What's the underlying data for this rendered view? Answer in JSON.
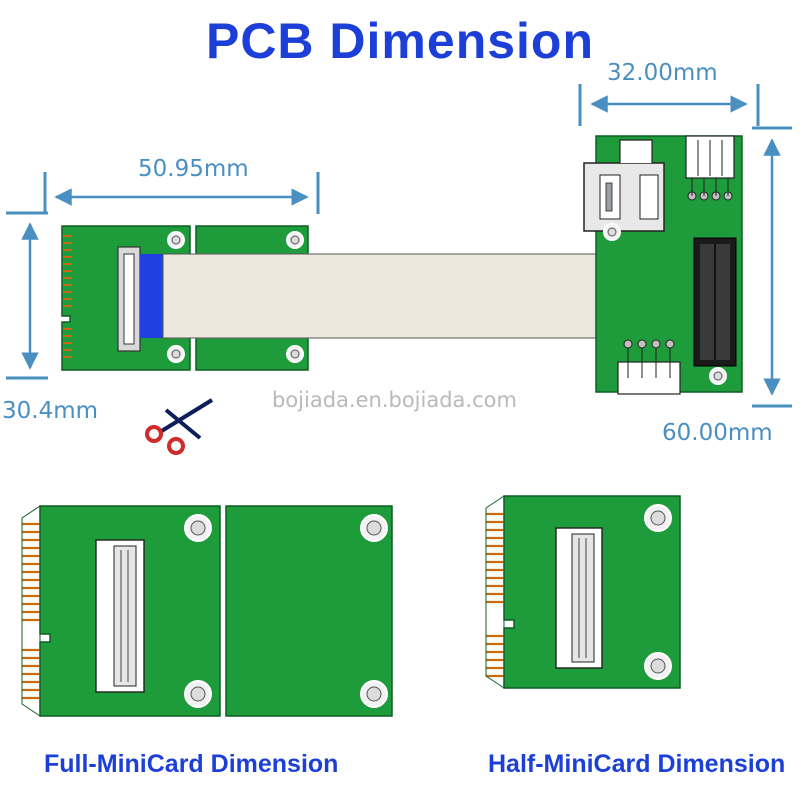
{
  "title": "PCB Dimension",
  "dimensions": {
    "width_top": "50.95mm",
    "height_left": "30.4mm",
    "width_right": "32.00mm",
    "height_right": "60.00mm"
  },
  "watermark": "bojiada.en.bojiada.com",
  "captions": {
    "full": "Full-MiniCard Dimension",
    "half": "Half-MiniCard Dimension"
  },
  "colors": {
    "title": "#1c3fd8",
    "pcb_green": "#1e9b3a",
    "dimension_line": "#4a8fc2",
    "fpc_cable": "#ece8dd"
  },
  "icons": [
    "scissors-icon"
  ]
}
